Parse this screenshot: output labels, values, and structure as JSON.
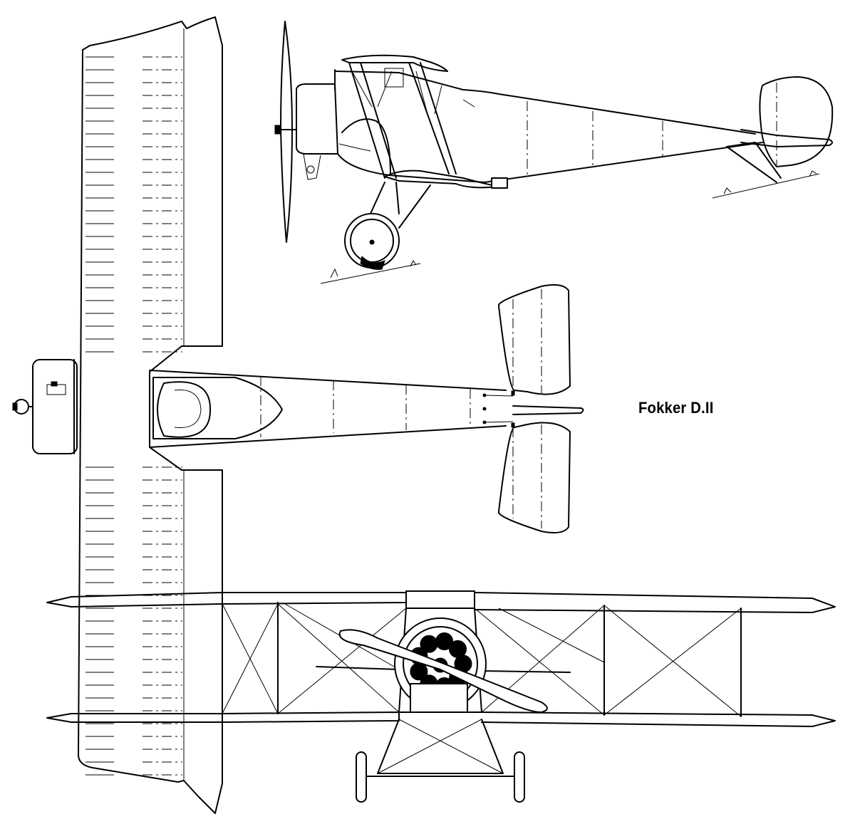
{
  "title": "Fokker D.II",
  "views": {
    "side": "side-view",
    "top": "top-view",
    "front": "front-view"
  }
}
